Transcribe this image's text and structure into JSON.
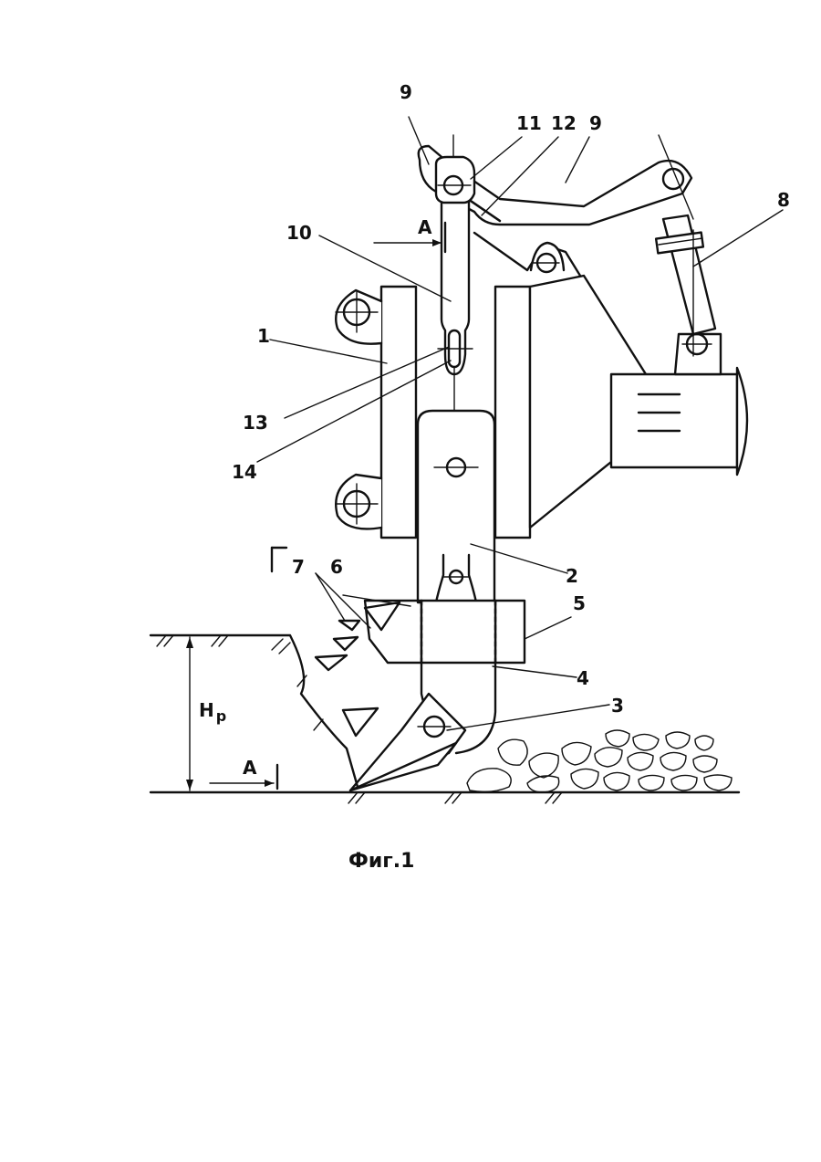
{
  "labels": {
    "l1": "1",
    "l2": "2",
    "l3": "3",
    "l4": "4",
    "l5": "5",
    "l6": "6",
    "l7": "7",
    "l8": "8",
    "l9a": "9",
    "l9b": "9",
    "l10": "10",
    "l11": "11",
    "l12": "12",
    "l13": "13",
    "l14": "14",
    "section_top": "A",
    "section_bottom": "A",
    "height_main": "H",
    "height_sub": "p"
  },
  "caption": "Фиг.1"
}
